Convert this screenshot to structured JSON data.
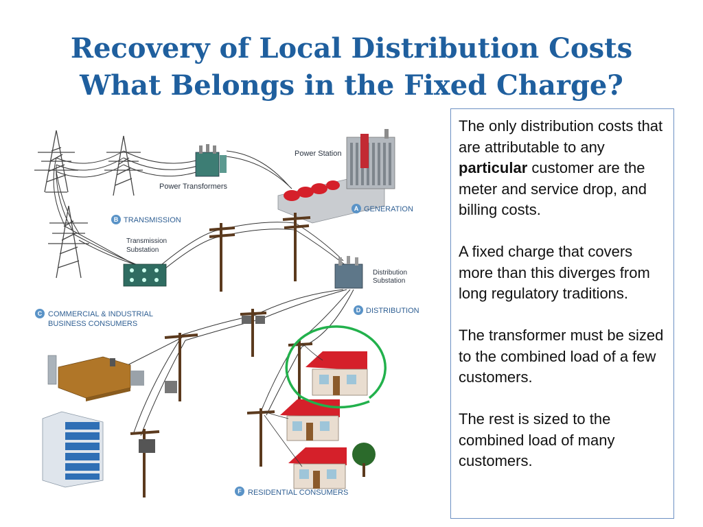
{
  "title": {
    "line1": "Recovery of Local Distribution Costs",
    "line2": "What Belongs in the Fixed Charge?"
  },
  "textbox": {
    "p1_a": "The only distribution costs that are attributable to any ",
    "p1_bold": "particular",
    "p1_b": " customer are the meter and service drop, and billing costs.",
    "p2": "A fixed charge that covers more than this diverges from long regulatory traditions.",
    "p3": "The transformer must be sized to the combined load of a few customers.",
    "p4": "The rest is sized to the combined load of many customers."
  },
  "diagram": {
    "power_station": "Power Station",
    "power_transformers": "Power Transformers",
    "transmission_substation_1": "Transmission",
    "transmission_substation_2": "Substation",
    "distribution_substation_1": "Distribution",
    "distribution_substation_2": "Substation",
    "sections": {
      "generation": {
        "letter": "A",
        "label": "GENERATION"
      },
      "transmission": {
        "letter": "B",
        "label": "TRANSMISSION"
      },
      "commercial": {
        "letter": "C",
        "label_1": "COMMERCIAL & INDUSTRIAL",
        "label_2": "BUSINESS CONSUMERS"
      },
      "distribution": {
        "letter": "D",
        "label": "DISTRIBUTION"
      },
      "residential": {
        "letter": "F",
        "label": "RESIDENTIAL CONSUMERS"
      }
    },
    "colors": {
      "title": "#1f5f9e",
      "section_label": "#2f5f93",
      "badge": "#5a93c7",
      "roof": "#d5202a",
      "highlight_circle": "#22b14c"
    }
  }
}
